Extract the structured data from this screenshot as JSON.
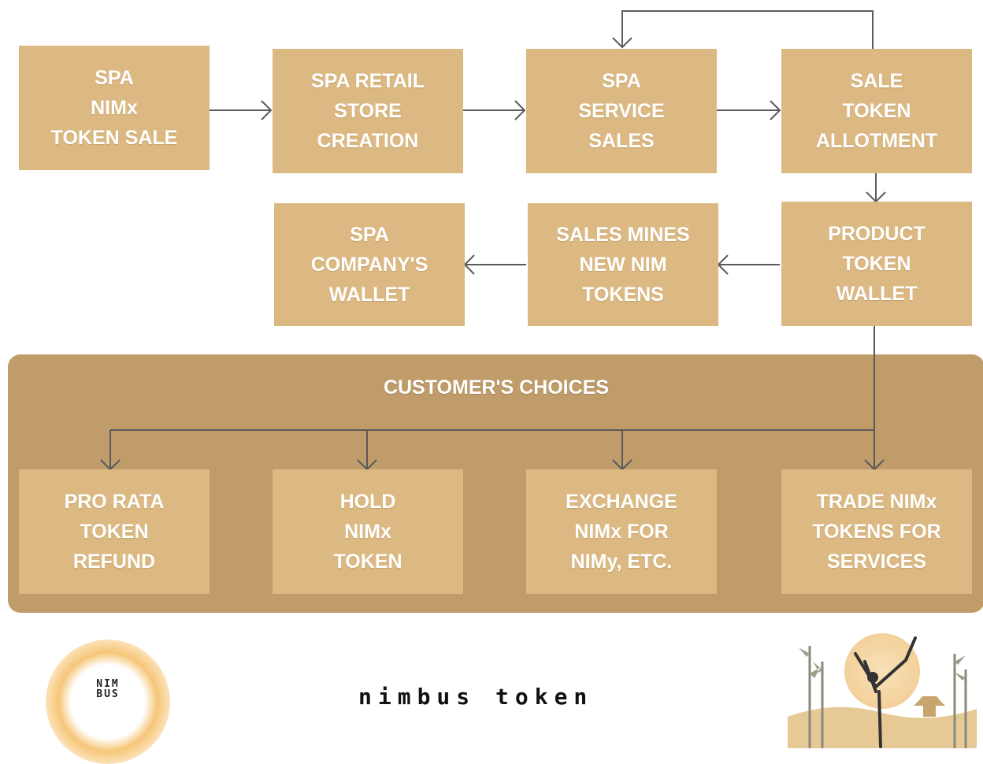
{
  "panel": {
    "title": "CUSTOMER'S CHOICES"
  },
  "boxes": {
    "token_sale": [
      "SPA",
      "NIMx",
      "TOKEN SALE"
    ],
    "retail_store": [
      "SPA RETAIL",
      "STORE",
      "CREATION"
    ],
    "service_sales": [
      "SPA",
      "SERVICE",
      "SALES"
    ],
    "sale_token": [
      "SALE",
      "TOKEN",
      "ALLOTMENT"
    ],
    "company_wallet": [
      "SPA",
      "COMPANY'S",
      "WALLET"
    ],
    "sales_mines": [
      "SALES MINES",
      "NEW NIM",
      "TOKENS"
    ],
    "product_wallet": [
      "PRODUCT",
      "TOKEN",
      "WALLET"
    ],
    "refund": [
      "PRO RATA",
      "TOKEN",
      "REFUND"
    ],
    "hold": [
      "HOLD",
      "NIMx",
      "TOKEN"
    ],
    "exchange": [
      "EXCHANGE",
      "NIMx FOR",
      "NIMy, ETC."
    ],
    "trade": [
      "TRADE NIMx",
      "TOKENS FOR",
      "SERVICES"
    ]
  },
  "brand": {
    "name": "nimbus token",
    "logo_lines": [
      "NIM",
      "BUS"
    ]
  },
  "colors": {
    "box": "#dcb983",
    "panel": "#bf9c6a",
    "arrow": "#5a5a5a"
  }
}
